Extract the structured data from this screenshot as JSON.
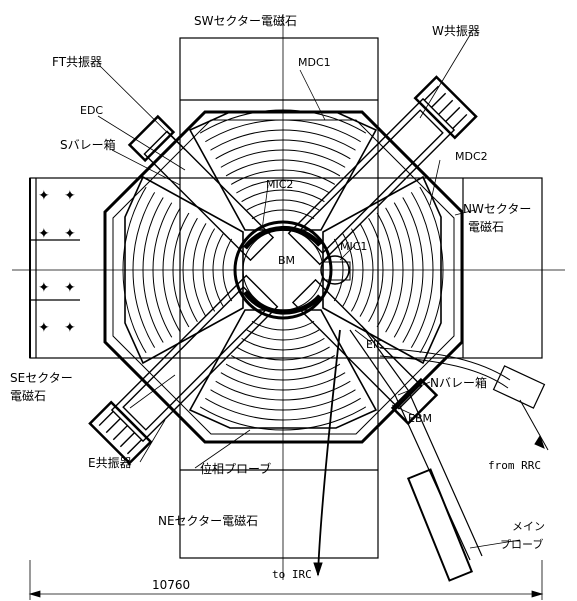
{
  "labels": {
    "sw_magnet": "SWセクター電磁石",
    "w_resonator": "W共振器",
    "ft_resonator": "FT共振器",
    "mdc1": "MDC1",
    "edc": "EDC",
    "s_valley": "Sバレー箱",
    "mdc2": "MDC2",
    "mic2": "MIC2",
    "nw_magnet_1": "NWセクター",
    "nw_magnet_2": "電磁石",
    "mic1": "MIC1",
    "bm": "BM",
    "eic": "EIC",
    "se_magnet_1": "SEセクター",
    "se_magnet_2": "電磁石",
    "n_valley": "Nバレー箱",
    "ebm": "EBM",
    "from_rrc": "from RRC",
    "e_resonator": "E共振器",
    "phase_probe": "位相プローブ",
    "ne_magnet": "NEセクター電磁石",
    "main_probe_1": "メイン",
    "main_probe_2": "プローブ",
    "to_irc": "to IRC",
    "dimension": "10760"
  },
  "colors": {
    "line": "#000000",
    "background": "#ffffff"
  }
}
